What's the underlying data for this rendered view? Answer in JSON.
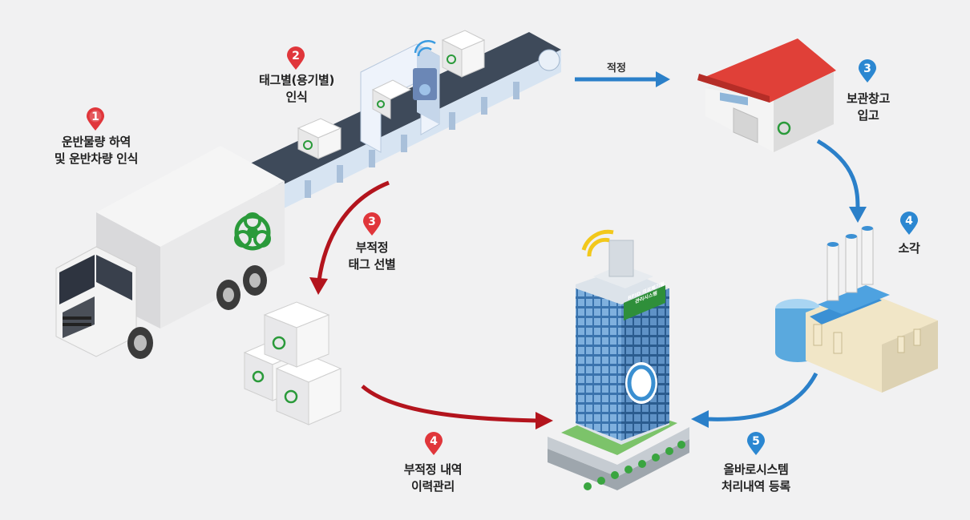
{
  "colors": {
    "red_step": "#e0363b",
    "blue_step": "#2b87d1",
    "arrow_red": "#b3141d",
    "arrow_blue": "#2b80c9",
    "biohazard": "#2a9a3a",
    "roof": "#e04038"
  },
  "icons": {
    "truck": "medical-waste-truck-icon",
    "conveyor": "rfid-conveyor-icon",
    "warehouse": "storage-warehouse-icon",
    "boxes": "rejected-boxes-icon",
    "building": "management-building-icon",
    "factory": "incinerator-icon"
  },
  "steps": [
    {
      "num": "1",
      "lines": [
        "운반물량 하역",
        "및 운반차량 인식"
      ]
    },
    {
      "num": "2",
      "lines": [
        "태그별(용기별)",
        "인식"
      ]
    },
    {
      "num": "3",
      "lines": [
        "보관창고",
        "입고"
      ]
    },
    {
      "num": "3",
      "lines": [
        "부적정",
        "태그 선별"
      ]
    },
    {
      "num": "4",
      "lines": [
        "소각"
      ]
    },
    {
      "num": "4",
      "lines": [
        "부적정 내역",
        "이력관리"
      ]
    },
    {
      "num": "5",
      "lines": [
        "올바로시스템",
        "처리내역 등록"
      ]
    }
  ],
  "arrows": {
    "proper_label": "적정"
  },
  "building_sign": [
    "RFID 의료폐기물",
    "관리시스템"
  ]
}
